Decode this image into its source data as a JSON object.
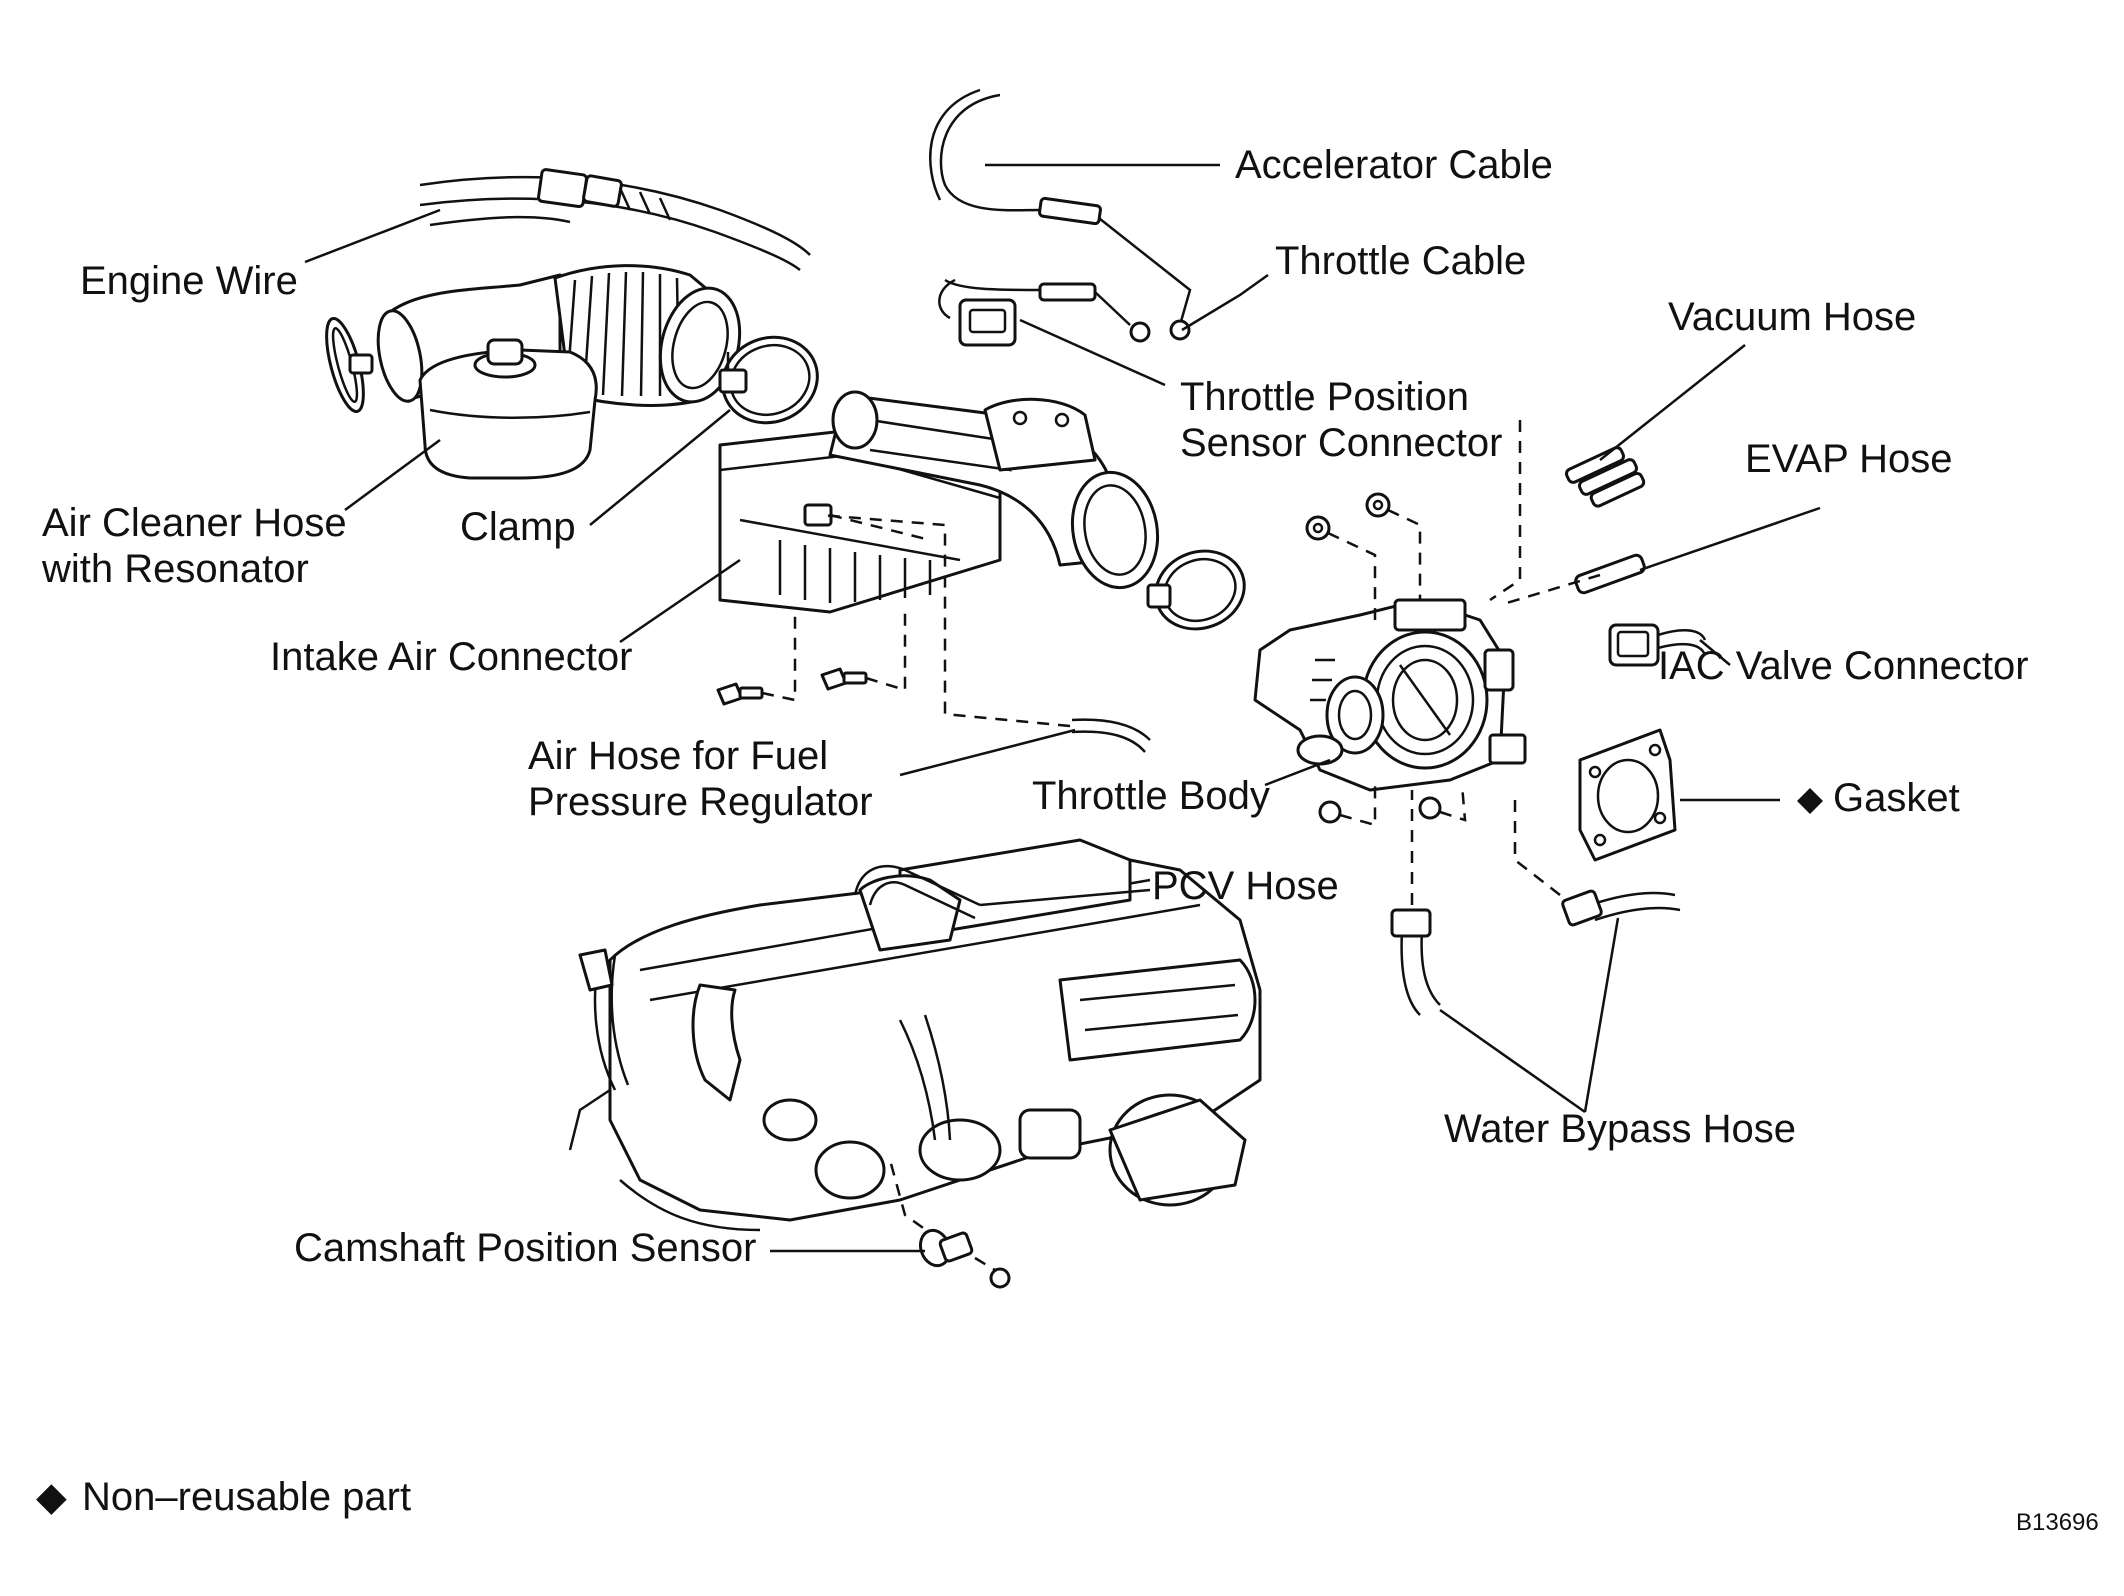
{
  "labels": {
    "accelerator_cable": "Accelerator Cable",
    "throttle_cable": "Throttle Cable",
    "vacuum_hose": "Vacuum Hose",
    "engine_wire": "Engine Wire",
    "tps_connector_line1": "Throttle Position",
    "tps_connector_line2": "Sensor Connector",
    "evap_hose": "EVAP Hose",
    "air_cleaner_hose_line1": "Air Cleaner Hose",
    "air_cleaner_hose_line2": "with Resonator",
    "clamp": "Clamp",
    "intake_air_connector": "Intake Air Connector",
    "iac_valve_connector": "IAC Valve Connector",
    "air_hose_line1": "Air Hose for Fuel",
    "air_hose_line2": "Pressure Regulator",
    "throttle_body": "Throttle Body",
    "gasket": "Gasket",
    "pcv_hose": "PCV Hose",
    "water_bypass_hose": "Water Bypass Hose",
    "camshaft_position_sensor": "Camshaft Position Sensor"
  },
  "legend": {
    "symbol": "◆",
    "text": "Non–reusable part"
  },
  "figure_code": "B13696"
}
